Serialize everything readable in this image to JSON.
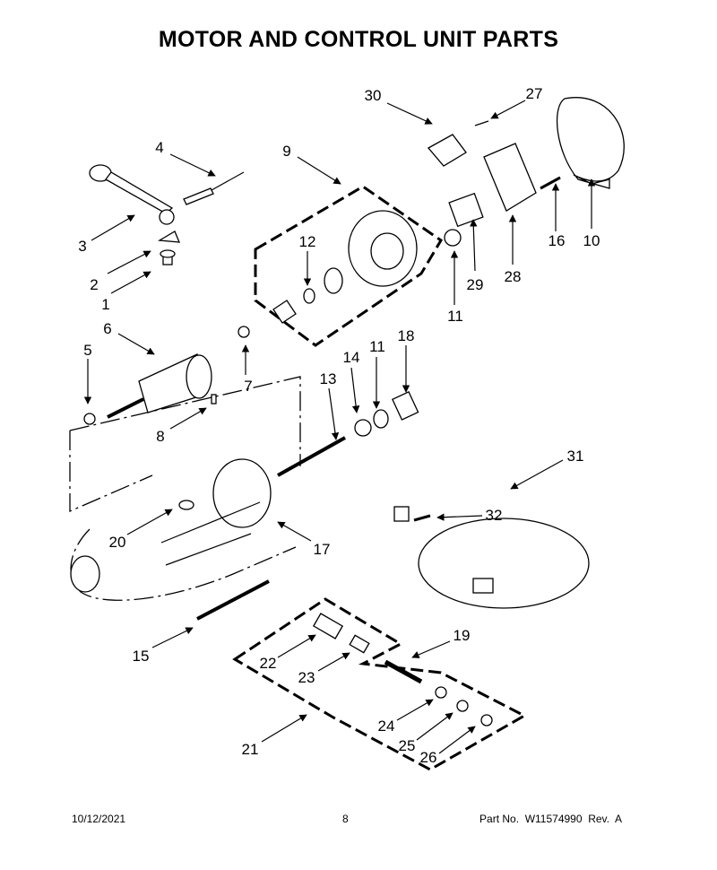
{
  "title": "MOTOR AND CONTROL UNIT PARTS",
  "footer": {
    "date": "10/12/2021",
    "page": "8",
    "part_no": "Part No.  W11574990  Rev.  A"
  },
  "callouts": [
    "1",
    "2",
    "3",
    "4",
    "5",
    "6",
    "7",
    "8",
    "9",
    "10",
    "11",
    "11",
    "12",
    "13",
    "14",
    "15",
    "16",
    "17",
    "18",
    "19",
    "20",
    "21",
    "22",
    "23",
    "24",
    "25",
    "26",
    "27",
    "28",
    "29",
    "30",
    "31",
    "32"
  ]
}
